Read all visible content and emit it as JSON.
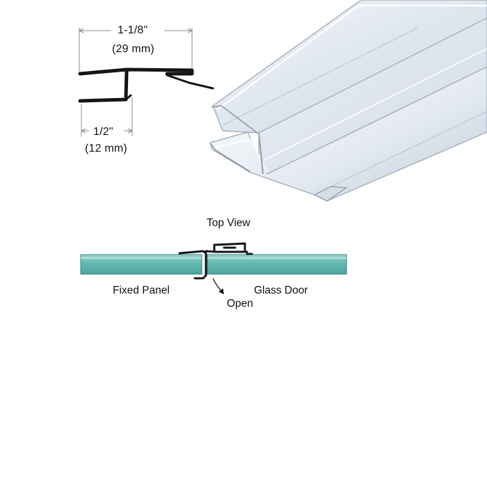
{
  "profile_diagram": {
    "width_dimension": {
      "imperial": "1-1/8\"",
      "metric": "(29 mm)"
    },
    "leg_dimension": {
      "imperial": "1/2\"",
      "metric": "(12 mm)"
    }
  },
  "top_view": {
    "title": "Top View",
    "left_panel_label": "Fixed Panel",
    "right_panel_label": "Glass Door",
    "swing_label": "Open"
  },
  "colors": {
    "glass": "#5db3ad",
    "glass_edge": "#2c7f79",
    "seal_outline": "#151515",
    "clear_vinyl_tint": "#dfe6ef"
  }
}
